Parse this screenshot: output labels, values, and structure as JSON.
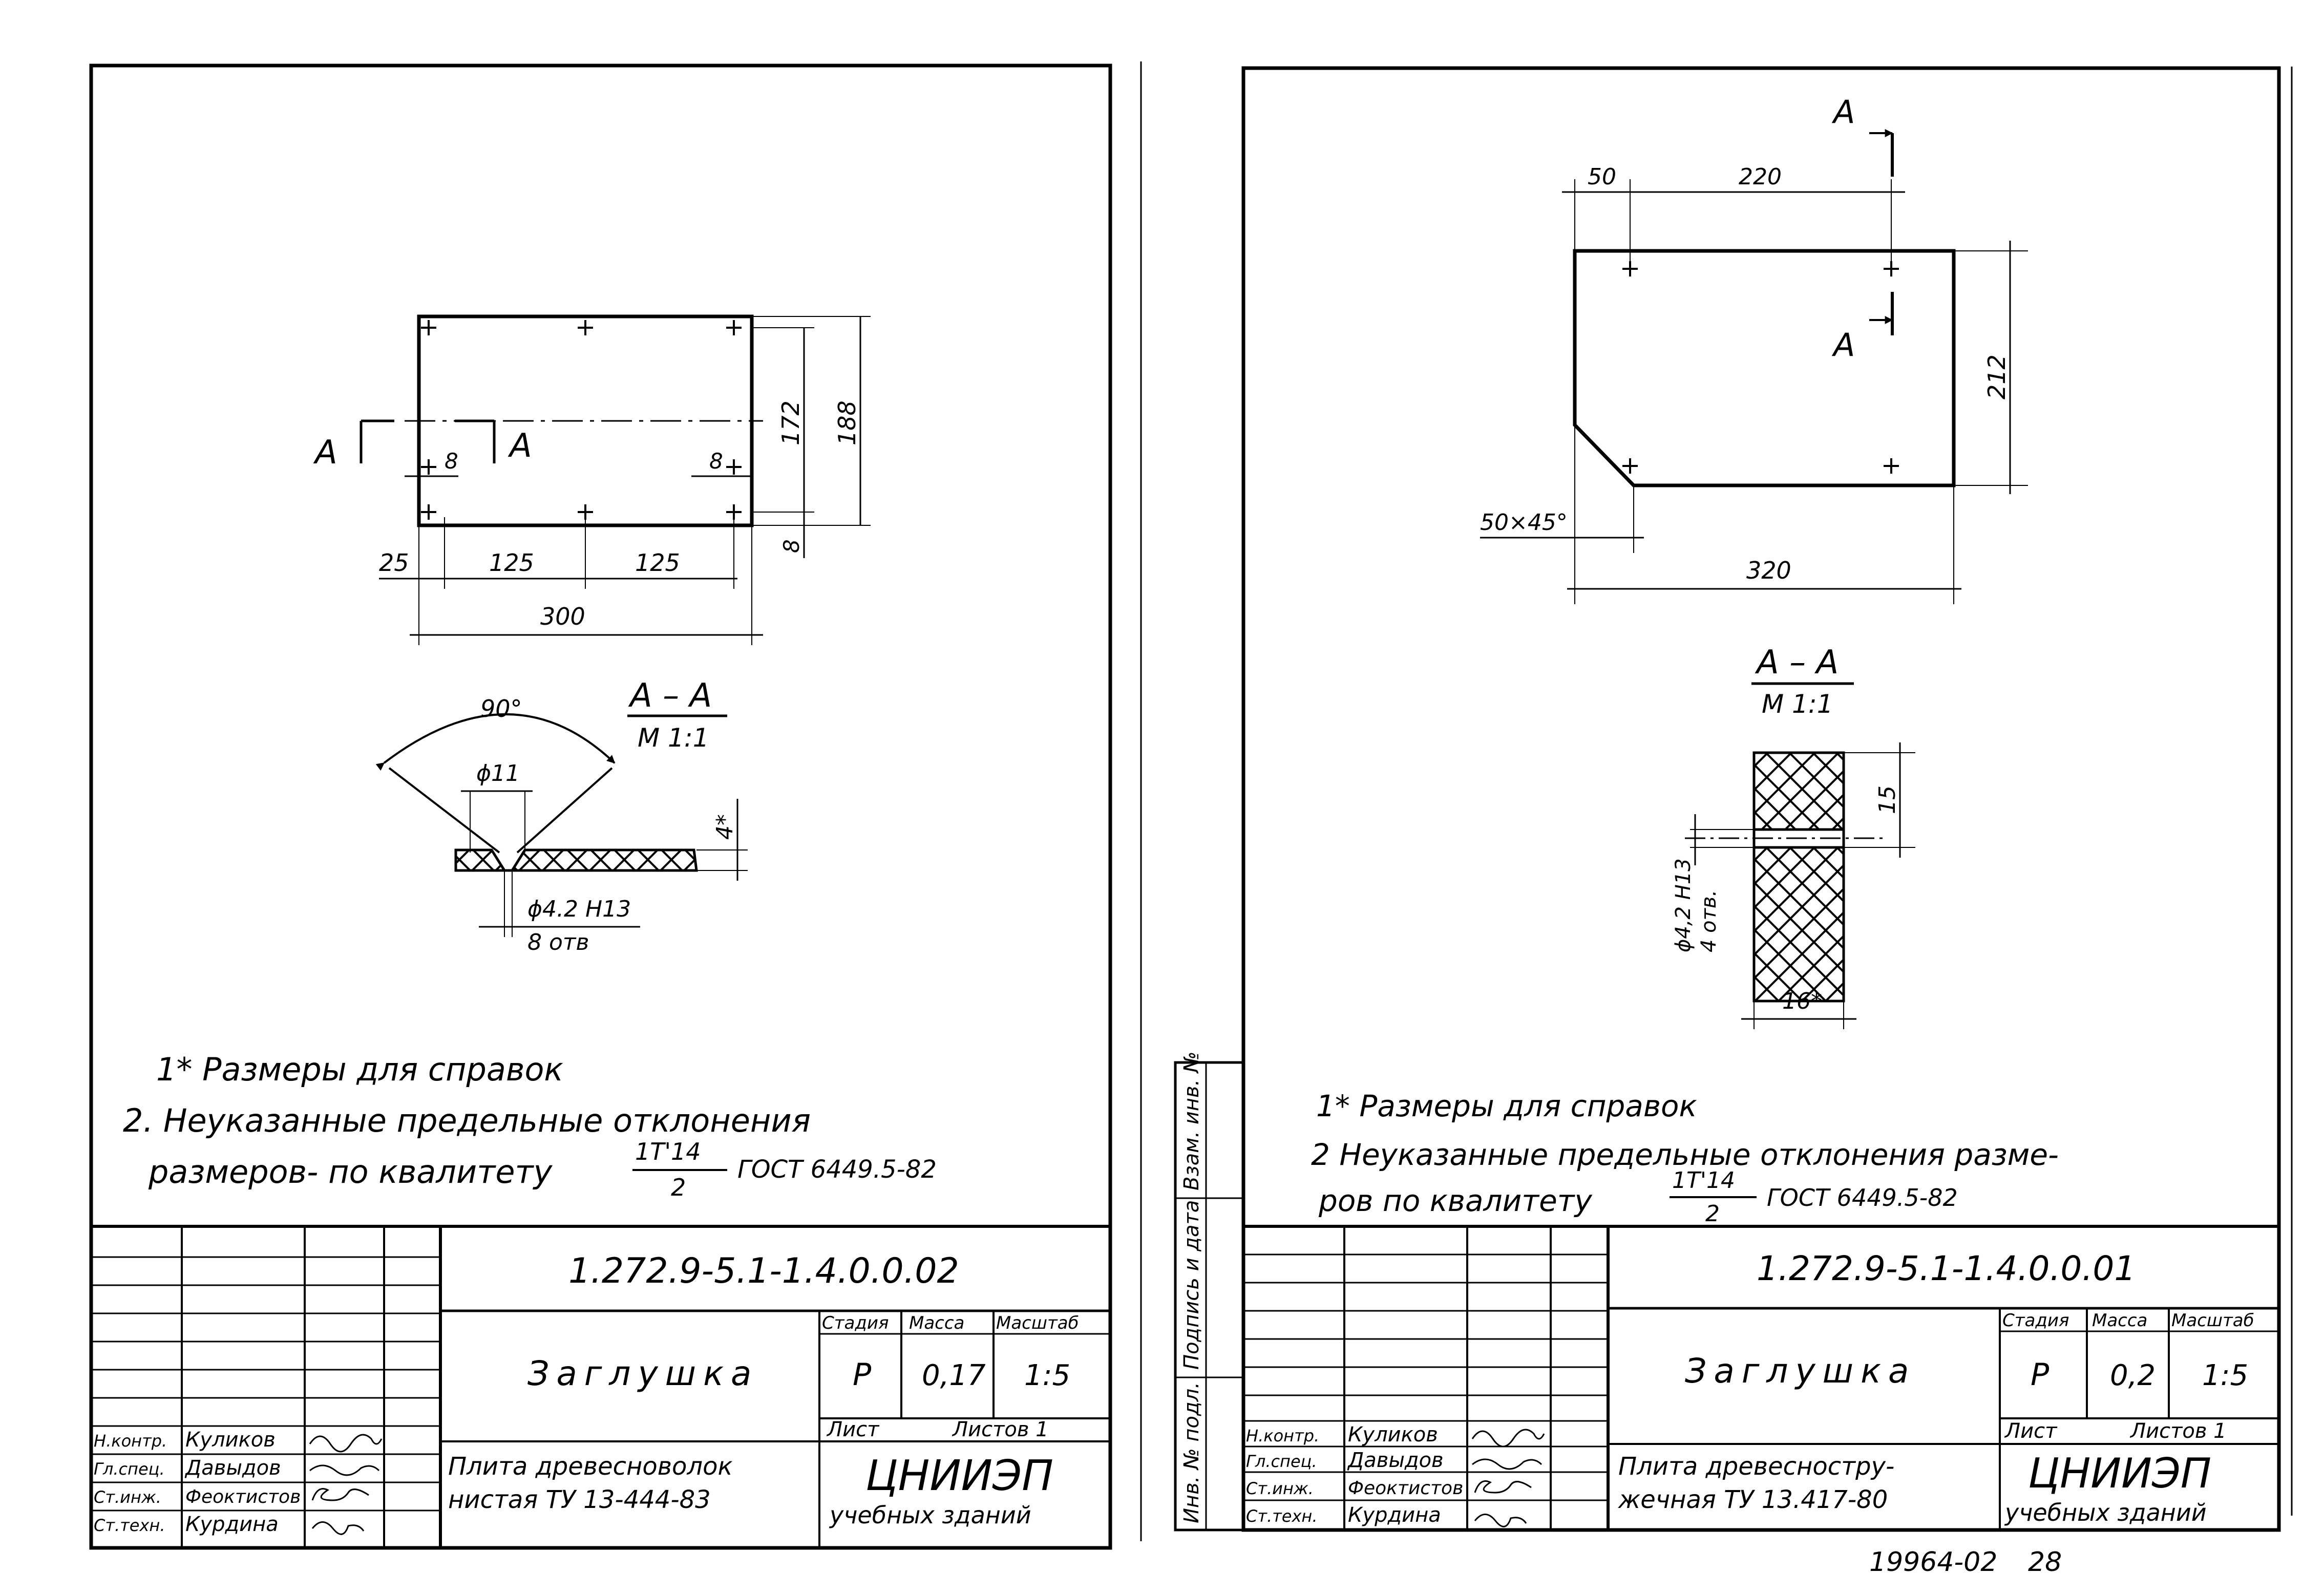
{
  "left_sheet": {
    "section_label": "А",
    "dims": {
      "w_300": "300",
      "c125a": "125",
      "c125b": "125",
      "c25": "25",
      "h172": "172",
      "h188": "188",
      "v8": "8",
      "h8a": "8",
      "h8b": "8"
    },
    "section": {
      "title": "А – А",
      "scale": "М 1:1",
      "angle": "90°",
      "hole_dia": "ϕ11",
      "thickness": "4*",
      "drill": "ϕ4.2 Н13",
      "drill_count": "8 отв"
    },
    "notes": {
      "n1": "1* Размеры для справок",
      "n2": "2. Неуказанные предельные отклонения",
      "n3": "размеров- по квалитету",
      "frac_top": "1Т'14",
      "frac_bot": "2",
      "gost": "ГОСТ 6449.5-82"
    },
    "title_block": {
      "doc_no": "1.272.9-5.1-1.4.0.0.02",
      "name": "Заглушка",
      "material_line1": "Плита древесноволок",
      "material_line2": "нистая ТУ 13-444-83",
      "h_stage": "Стадия",
      "h_mass": "Масса",
      "h_scale": "Масштаб",
      "stage": "Р",
      "mass": "0,17",
      "scale": "1:5",
      "sheet_label": "Лист",
      "sheets_label": "Листов 1",
      "org": "ЦНИИЭП",
      "org_sub": "учебных зданий",
      "roles": [
        "Н.контр.",
        "Гл.спец.",
        "Ст.инж.",
        "Ст.техн."
      ],
      "names": [
        "Куликов",
        "Давыдов",
        "Феоктистов",
        "Курдина"
      ]
    }
  },
  "right_sheet": {
    "section_label": "А",
    "dims": {
      "d50": "50",
      "d220": "220",
      "d212": "212",
      "d320": "320",
      "chamfer": "50×45°"
    },
    "section": {
      "title": "А – А",
      "scale": "М 1:1",
      "d15": "15",
      "drill": "ϕ4,2 Н13",
      "drill_count": "4 отв.",
      "width": "16*"
    },
    "notes": {
      "n1": "1* Размеры для справок",
      "n2": "2 Неуказанные предельные отклонения разме-",
      "n3": "ров по квалитету",
      "frac_top": "1Т'14",
      "frac_bot": "2",
      "gost": "ГОСТ 6449.5-82"
    },
    "side_stamp": [
      "Инв. № подл.",
      "Подпись и дата",
      "Взам. инв. №"
    ],
    "title_block": {
      "doc_no": "1.272.9-5.1-1.4.0.0.01",
      "name": "Заглушка",
      "material_line1": "Плита древесностру-",
      "material_line2": "жечная ТУ 13.417-80",
      "h_stage": "Стадия",
      "h_mass": "Масса",
      "h_scale": "Масштаб",
      "stage": "Р",
      "mass": "0,2",
      "scale": "1:5",
      "sheet_label": "Лист",
      "sheets_label": "Листов 1",
      "org": "ЦНИИЭП",
      "org_sub": "учебных зданий",
      "roles": [
        "Н.контр.",
        "Гл.спец.",
        "Ст.инж.",
        "Ст.техн."
      ],
      "names": [
        "Куликов",
        "Давыдов",
        "Феоктистов",
        "Курдина"
      ]
    }
  },
  "footer": {
    "code": "19964-02",
    "page": "28"
  }
}
